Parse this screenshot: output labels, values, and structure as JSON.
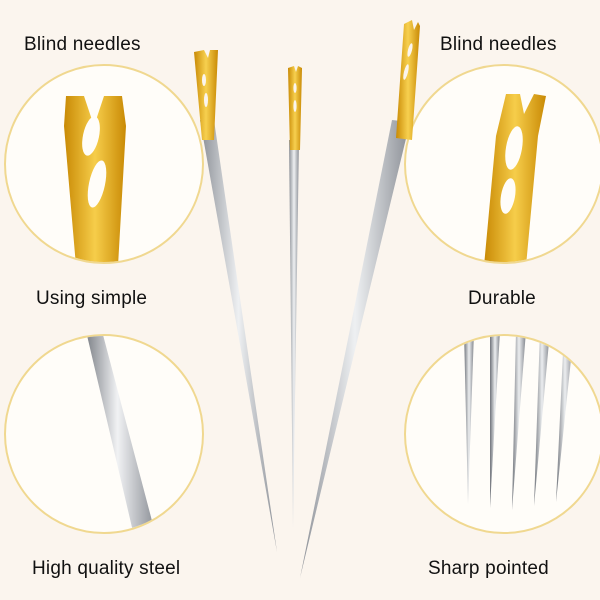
{
  "labels": {
    "top_left": "Blind needles",
    "top_right": "Blind needles",
    "mid_left": "Using simple",
    "mid_right": "Durable",
    "bottom_left": "High quality steel",
    "bottom_right": "Sharp pointed"
  },
  "colors": {
    "background": "#fbf5ee",
    "gold": "#e6ac1a",
    "steel": "#b9bcc2",
    "circle_border": "#f0d890"
  }
}
